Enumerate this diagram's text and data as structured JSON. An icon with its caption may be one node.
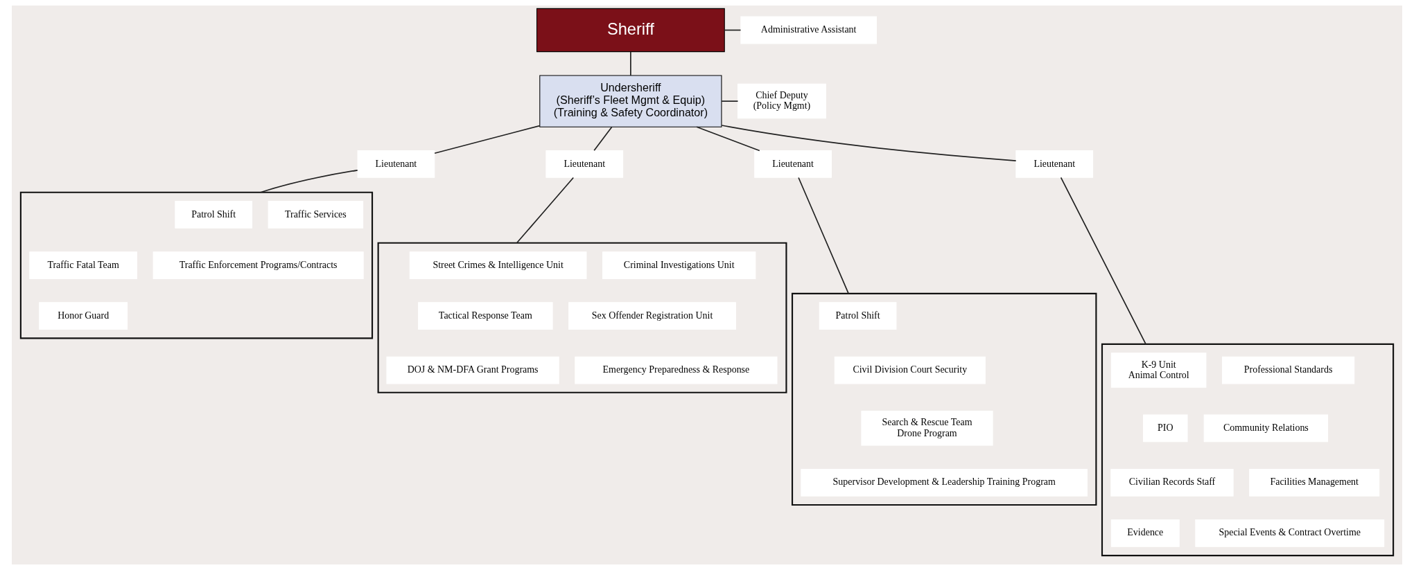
{
  "diagram": {
    "nodes": [
      {
        "text": [
          "Sheriff"
        ]
      },
      {
        "text": [
          "Administrative Assistant"
        ]
      },
      {
        "text": [
          "Undersheriff",
          "(Sheriff’s Fleet Mgmt & Equip)",
          "(Training & Safety Coordinator)"
        ]
      },
      {
        "text": [
          "Chief Deputy",
          "(Policy Mgmt)"
        ]
      },
      {
        "text": [
          "Lieutenant"
        ]
      },
      {
        "text": [
          "Lieutenant"
        ]
      },
      {
        "text": [
          "Lieutenant"
        ]
      },
      {
        "text": [
          "Lieutenant"
        ]
      },
      {
        "text": [],
        "shape": "box"
      },
      {
        "text": [
          "Patrol Shift"
        ],
        "in": 8
      },
      {
        "text": [
          "Traffic Services"
        ],
        "in": 8
      },
      {
        "text": [
          "Traffic Fatal Team"
        ],
        "in": 8
      },
      {
        "text": [
          "Traffic Enforcement Programs/Contracts"
        ],
        "in": 8
      },
      {
        "text": [
          "Honor Guard"
        ],
        "in": 8
      },
      {
        "text": [],
        "shape": "box"
      },
      {
        "text": [
          "Street Crimes & Intelligence Unit"
        ],
        "in": 14
      },
      {
        "text": [
          "Criminal Investigations Unit"
        ],
        "in": 14
      },
      {
        "text": [
          "Tactical Response Team"
        ],
        "in": 14
      },
      {
        "text": [
          "Sex Offender Registration Unit"
        ],
        "in": 14
      },
      {
        "text": [
          "DOJ & NM-DFA Grant Programs"
        ],
        "in": 14
      },
      {
        "text": [
          "Emergency Preparedness & Response"
        ],
        "in": 14
      },
      {
        "text": [],
        "shape": "box"
      },
      {
        "text": [
          "Patrol Shift"
        ],
        "in": 21
      },
      {
        "text": [
          "Civil Division Court Security"
        ],
        "in": 21
      },
      {
        "text": [
          "Search & Rescue Team",
          "Drone Program"
        ],
        "in": 21
      },
      {
        "text": [
          "Supervisor Development & Leadership Training Program"
        ],
        "in": 21
      },
      {
        "text": [],
        "shape": "box"
      },
      {
        "text": [
          "K-9 Unit",
          "Animal Control"
        ],
        "in": 26
      },
      {
        "text": [
          "Professional Standards"
        ],
        "in": 26
      },
      {
        "text": [
          "PIO"
        ],
        "in": 26
      },
      {
        "text": [
          "Community Relations"
        ],
        "in": 26
      },
      {
        "text": [
          "Civilian Records Staff"
        ],
        "in": 26
      },
      {
        "text": [
          "Facilities Management"
        ],
        "in": 26
      },
      {
        "text": [
          "Evidence"
        ],
        "in": 26
      },
      {
        "text": [
          "Special Events & Contract Overtime"
        ],
        "in": 26
      }
    ],
    "edges": [
      {
        "from": 0,
        "to": 1,
        "arrow": "none"
      },
      {
        "from": 0,
        "to": 2,
        "arrow": "none"
      },
      {
        "from": 2,
        "to": 3,
        "arrow": "none"
      },
      {
        "from": 2,
        "to": 6,
        "arrow": "none"
      },
      {
        "from": 2,
        "to": 7,
        "arrow": "none"
      },
      {
        "from": 2,
        "to": 4,
        "arrow": "none"
      },
      {
        "from": 2,
        "to": 5,
        "arrow": "none"
      },
      {
        "from": 6,
        "to": 8,
        "arrow": "none"
      },
      {
        "from": 7,
        "to": 14,
        "arrow": "none"
      },
      {
        "from": 4,
        "to": 21,
        "arrow": "none"
      },
      {
        "from": 5,
        "to": 26,
        "arrow": "none"
      }
    ]
  }
}
